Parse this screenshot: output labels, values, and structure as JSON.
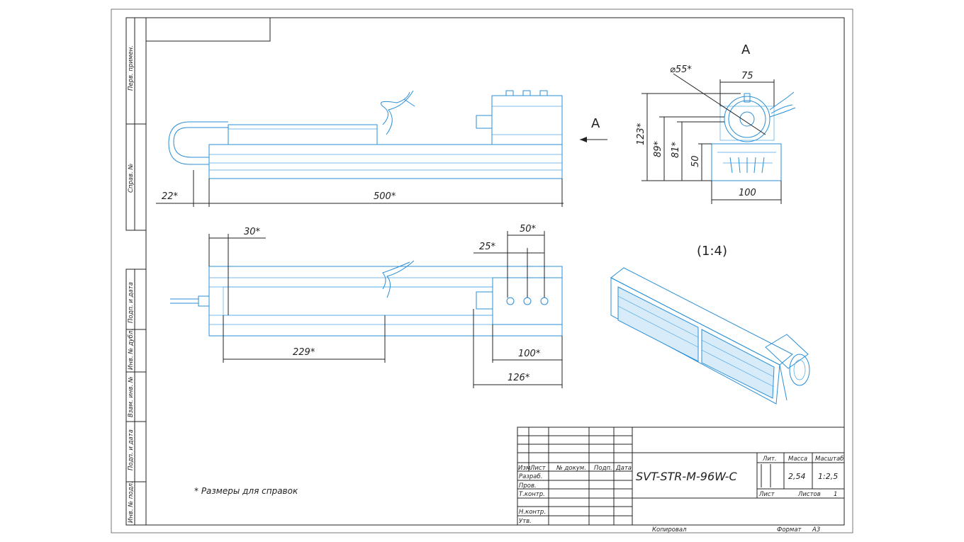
{
  "side_labels": [
    "Перв. примен.",
    "Справ. №",
    "Подп. и дата",
    "Инв. № дубл.",
    "Взам. инв. №",
    "Подп. и дата",
    "Инв. № подл."
  ],
  "views": {
    "view_a_label": "A",
    "section_label": "A",
    "scale_label": "(1:4)"
  },
  "dimensions": {
    "top": {
      "d22": "22*",
      "d500": "500*"
    },
    "bottom": {
      "d30": "30*",
      "d50": "50*",
      "d25": "25*",
      "d229": "229*",
      "d100": "100*",
      "d126": "126*"
    },
    "end": {
      "d55": "⌀55*",
      "d75": "75",
      "d123": "123*",
      "d89": "89*",
      "d81": "81*",
      "d50": "50",
      "d100": "100"
    }
  },
  "note": "* Размеры для справок",
  "title_block": {
    "designation": "SVT-STR-M-96W-C",
    "col_headers": [
      "Изм.",
      "Лист",
      "№ докум.",
      "Подп.",
      "Дата"
    ],
    "row_labels": [
      "Разраб.",
      "Пров.",
      "Т.контр.",
      "Н.контр.",
      "Утв."
    ],
    "lit_label": "Лит.",
    "mass_label": "Масса",
    "scale_label": "Масштаб",
    "mass_value": "2,54",
    "scale_value": "1:2,5",
    "sheet_label": "Лист",
    "sheets_label": "Листов",
    "sheets_value": "1",
    "copied_label": "Копировал",
    "format_label": "Формат",
    "format_value": "A3"
  }
}
